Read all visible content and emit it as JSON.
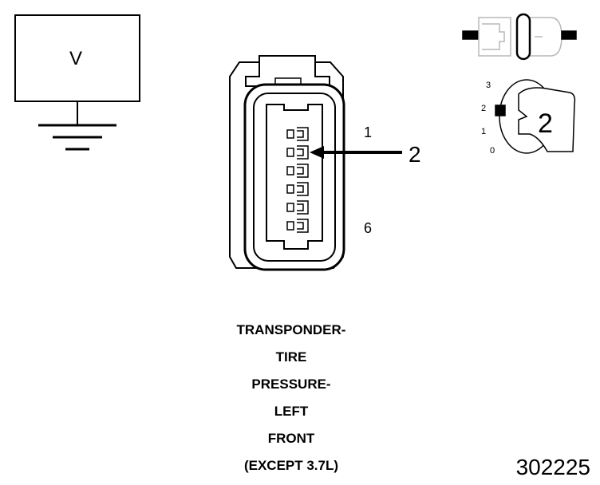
{
  "voltmeter": {
    "symbol": "V"
  },
  "connector": {
    "pin_first": "1",
    "pin_last": "6",
    "pin_pointer": "2"
  },
  "ignition": {
    "positions": [
      "3",
      "2",
      "1",
      "0"
    ],
    "selected_position": "2"
  },
  "caption": {
    "lines": [
      "TRANSPONDER-",
      "TIRE",
      "PRESSURE-",
      "LEFT",
      "FRONT",
      "(EXCEPT 3.7L)"
    ]
  },
  "figure_code": "302225"
}
